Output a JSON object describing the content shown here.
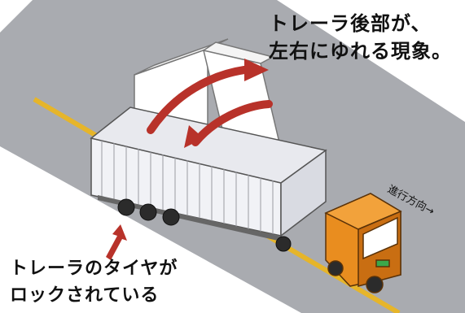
{
  "captions": {
    "trailer_sway": [
      "トレーラ後部が、",
      "左右にゆれる現象。"
    ],
    "tire_lock": [
      "トレーラのタイヤが",
      "ロックされている"
    ],
    "travel_direction": "進行方向→"
  },
  "colors": {
    "road": "#a9abb0",
    "centerline": "#e6b52a",
    "container": "#f1f2f6",
    "container_shade": "#d9dbe2",
    "ghost_container": "#ffffff",
    "arrow": "#b8322a",
    "cab": "#e98d1f",
    "cab_shade": "#c96e12"
  },
  "icons": [
    "sway-arrow-icon",
    "pointer-arrow-icon"
  ]
}
